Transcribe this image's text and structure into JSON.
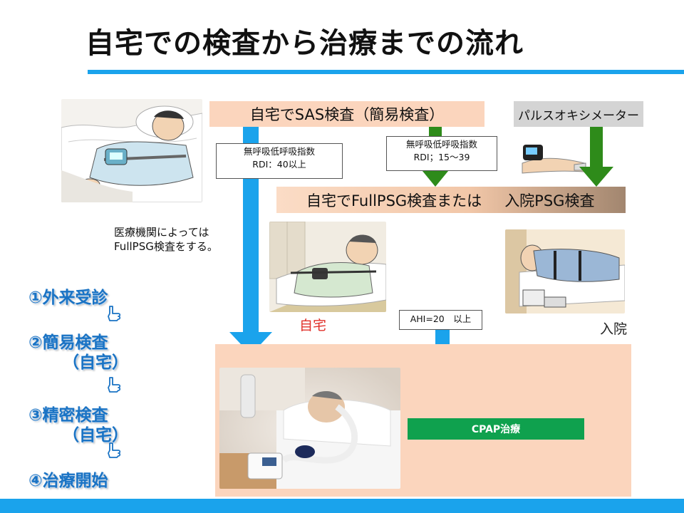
{
  "title": "自宅での検査から治療までの流れ",
  "bars": {
    "sas": "自宅でSAS検査（簡易検査）",
    "oximeter": "パルスオキシメーター",
    "psg_left": "自宅でFullPSG検査または",
    "psg_right": "入院PSG検査"
  },
  "callouts": {
    "a_line1": "無呼吸低呼吸指数",
    "a_line2": "RDI：40以上",
    "b_line1": "無呼吸低呼吸指数",
    "b_line2": "RDI；15～39",
    "ahi": "AHI=20　以上"
  },
  "note": {
    "line1": "医療機関によっては",
    "line2": "FullPSG検査をする。"
  },
  "labels": {
    "home": "自宅",
    "admission": "入院"
  },
  "treatment": "CPAP治療",
  "steps": {
    "s1": "①外来受診",
    "s2": "②簡易検査",
    "s2b": "（自宅）",
    "s3": "③精密検査",
    "s3b": "（自宅）",
    "s4": "④治療開始"
  },
  "colors": {
    "accent_blue": "#1aa3ec",
    "arrow_green": "#2e8b1a",
    "peach": "#fbd5bd",
    "treatment_green": "#0fa14e",
    "step_blue": "#1a73c4",
    "home_red": "#e0302a"
  }
}
